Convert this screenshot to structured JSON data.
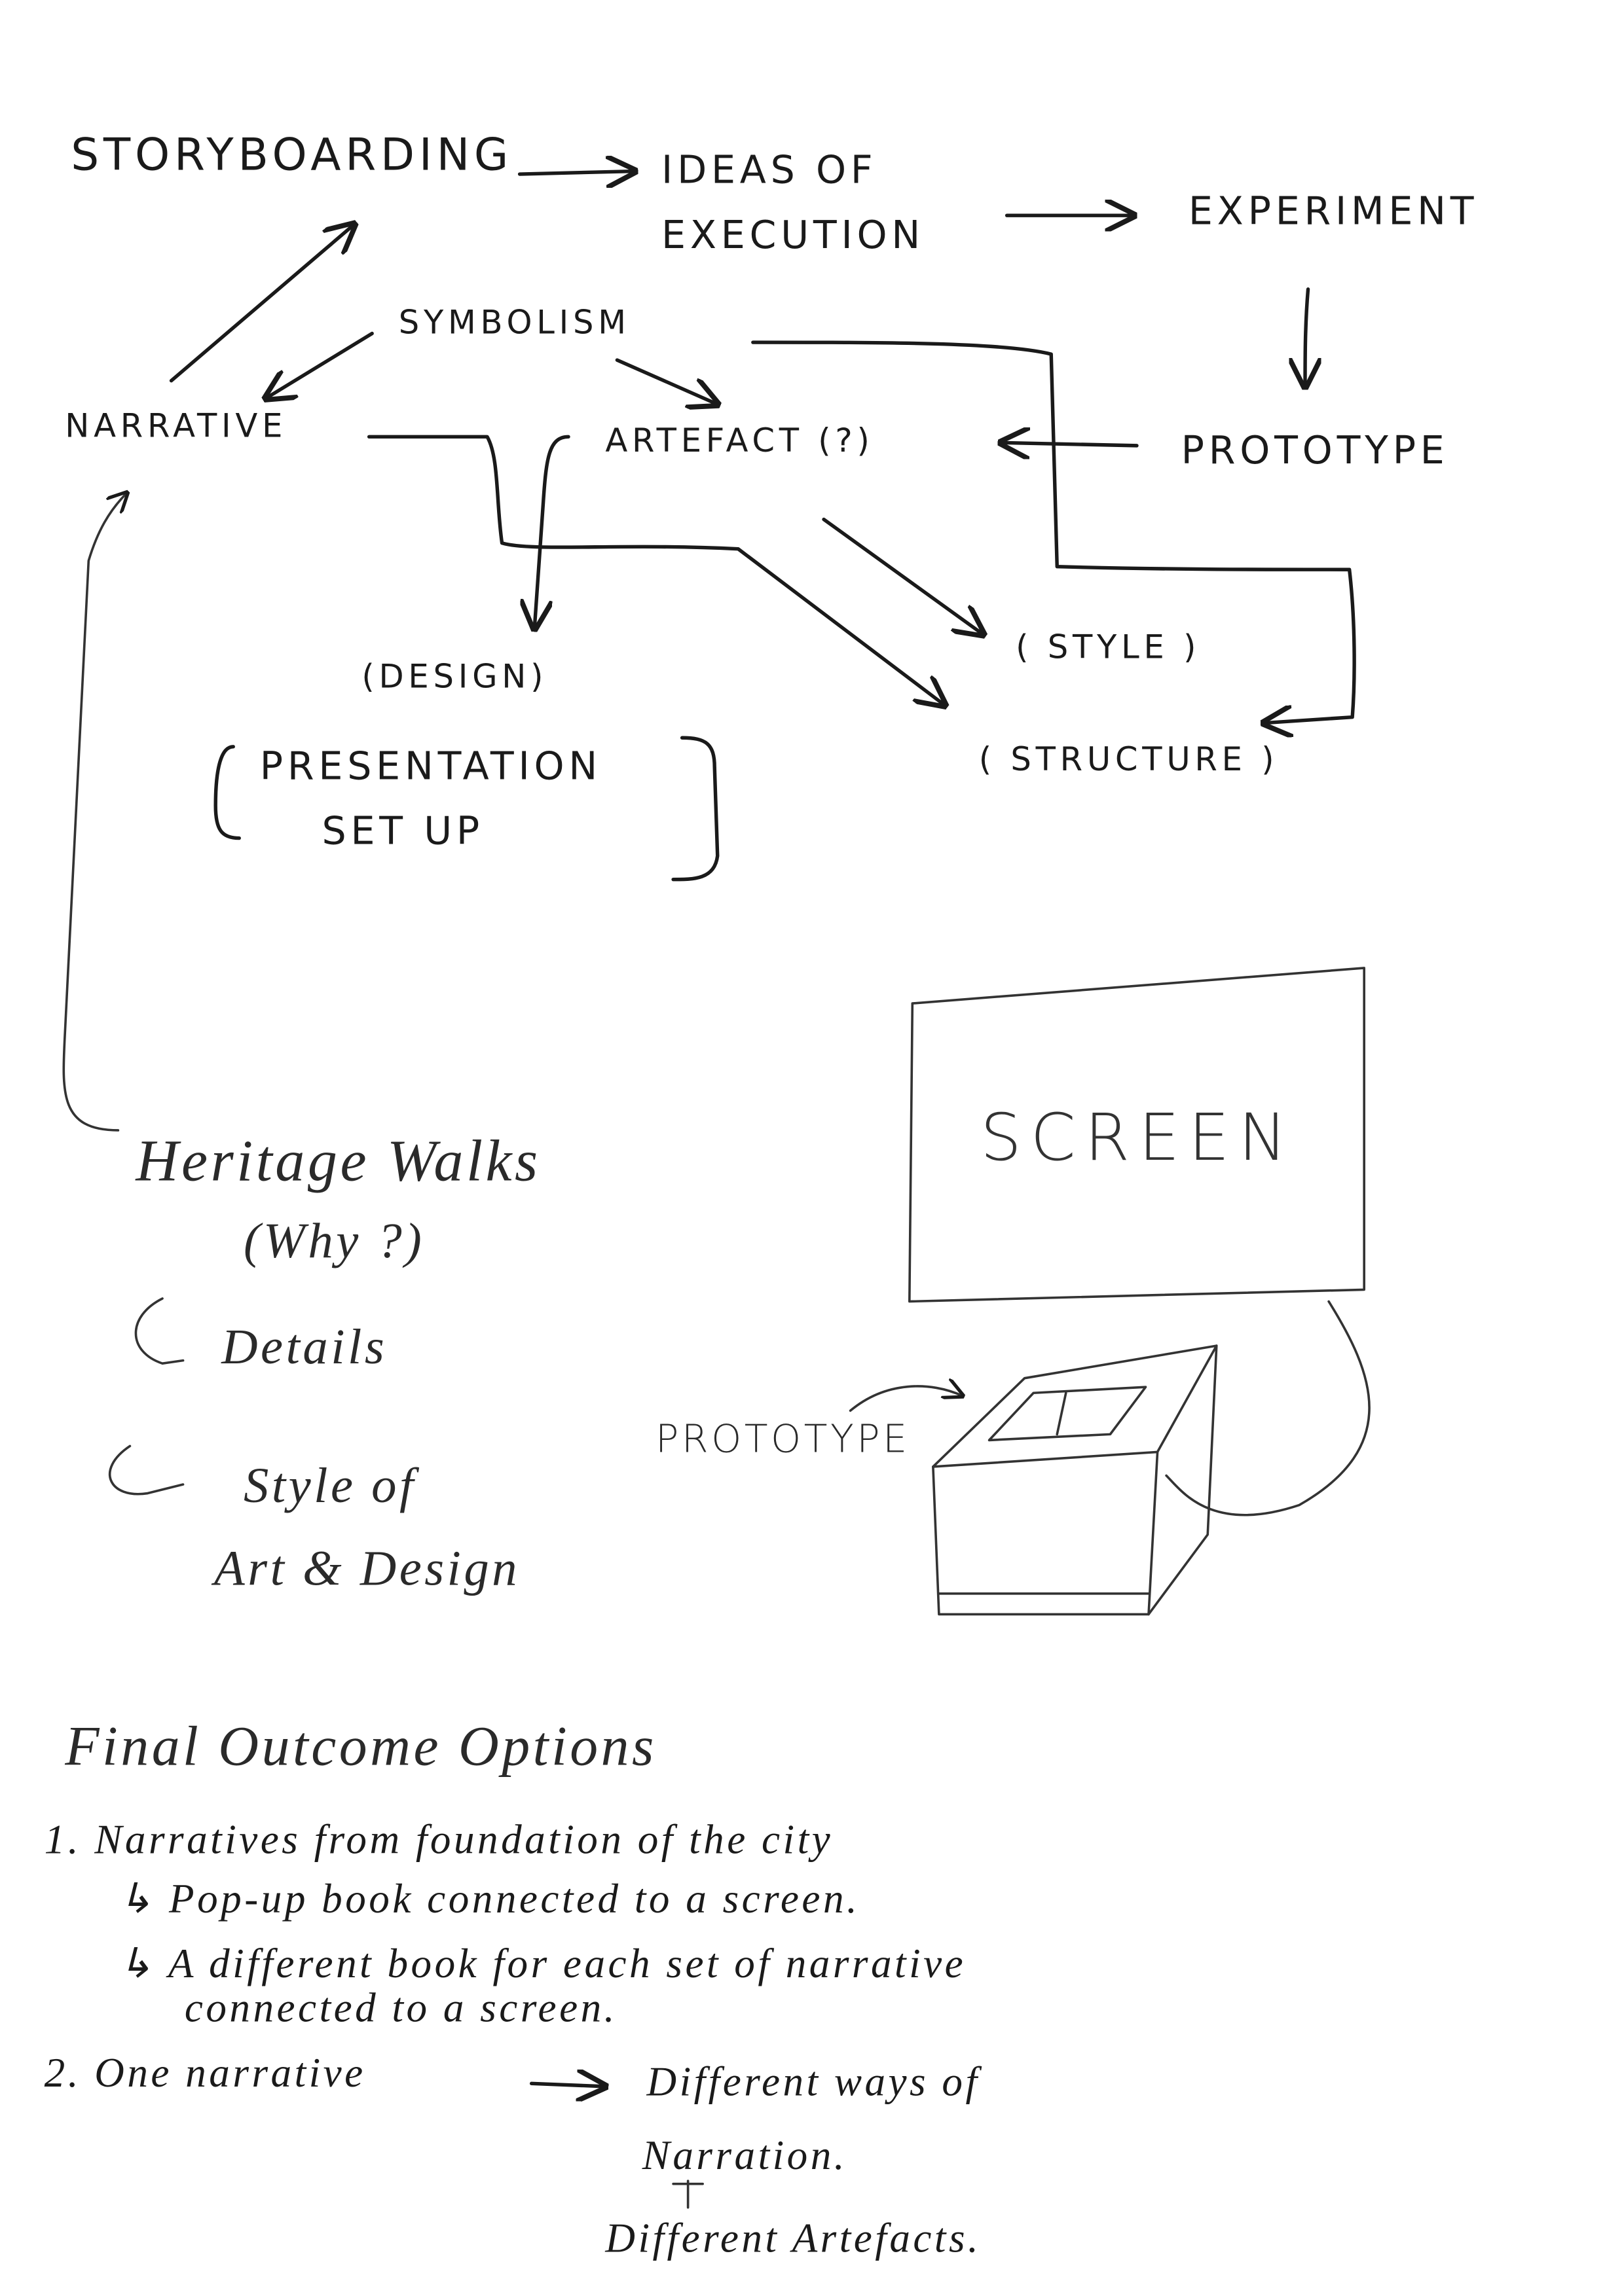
{
  "flow": {
    "storyboarding": "STORYBOARDING",
    "ideas_line1": "IDEAS OF",
    "ideas_line2": "EXECUTION",
    "experiment": "EXPERIMENT",
    "symbolism": "SYMBOLISM",
    "narrative": "NARRATIVE",
    "artefact": "ARTEFACT (?)",
    "prototype": "PROTOTYPE",
    "style": "( STYLE )",
    "design": "(DESIGN)",
    "structure": "( STRUCTURE )",
    "presentation_line1": "PRESENTATION",
    "presentation_line2": "SET UP"
  },
  "notes": {
    "heritage": "Heritage Walks",
    "why": "(Why ?)",
    "details": "Details",
    "style_line1": "Style of",
    "style_line2": "Art & Design"
  },
  "sketch": {
    "screen": "SCREEN",
    "prototype": "PROTOTYPE"
  },
  "outcome": {
    "title": "Final Outcome Options",
    "option1": "1. Narratives from foundation of the city",
    "option1_a": "↳ Pop-up book connected to a screen.",
    "option1_b_line1": "↳ A different book for each set of narrative",
    "option1_b_line2": "connected to a screen.",
    "option2": "2.  One narrative",
    "option2_target": "Different ways of",
    "option2_narration": "Narration.",
    "option2_artefacts": "Different Artefacts."
  }
}
